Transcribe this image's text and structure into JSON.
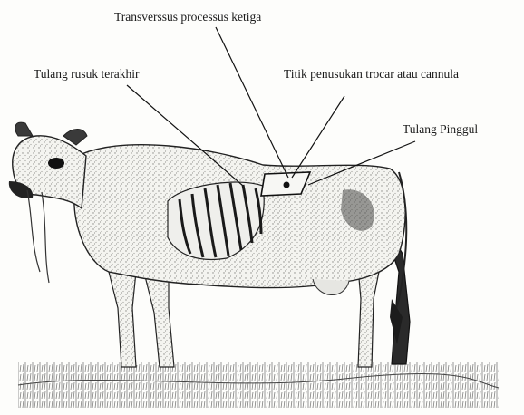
{
  "labels": {
    "transverse_process": "Transverssus processus ketiga",
    "last_rib": "Tulang rusuk terakhir",
    "puncture_point": "Titik penusukan trocar atau cannula",
    "hip_bone": "Tulang Pinggul"
  },
  "colors": {
    "ink": "#1a1a1a",
    "background": "#fdfdfb"
  }
}
